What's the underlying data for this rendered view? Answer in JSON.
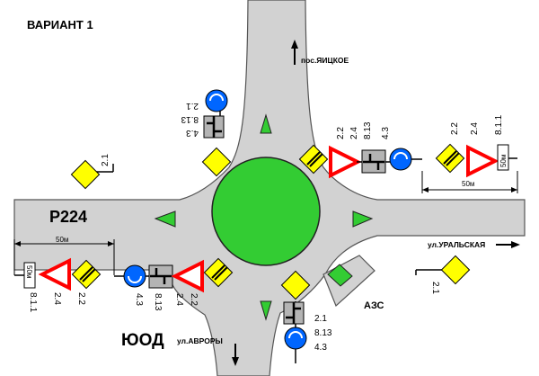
{
  "variant_title": "ВАРИАНТ 1",
  "road_name": "Р224",
  "directions": {
    "north": "пос.ЯИЦКОЕ",
    "east": "ул.УРАЛЬСКАЯ",
    "south": "ул.АВРОРЫ",
    "southwest": "ЮОД"
  },
  "gas_station": "АЗС",
  "distance_plate": "50м",
  "sign_codes": {
    "priority": "2.1",
    "give_way": "2.4",
    "main_road": "2.2",
    "roundabout": "4.3",
    "direction_of_main_road": "8.13",
    "distance": "8.1.1"
  },
  "colors": {
    "road": "#d2d2d2",
    "island": "#33cc33",
    "priority_sign": "#ffff00",
    "give_way_border": "#ff0000",
    "roundabout_sign": "#0066ff"
  }
}
